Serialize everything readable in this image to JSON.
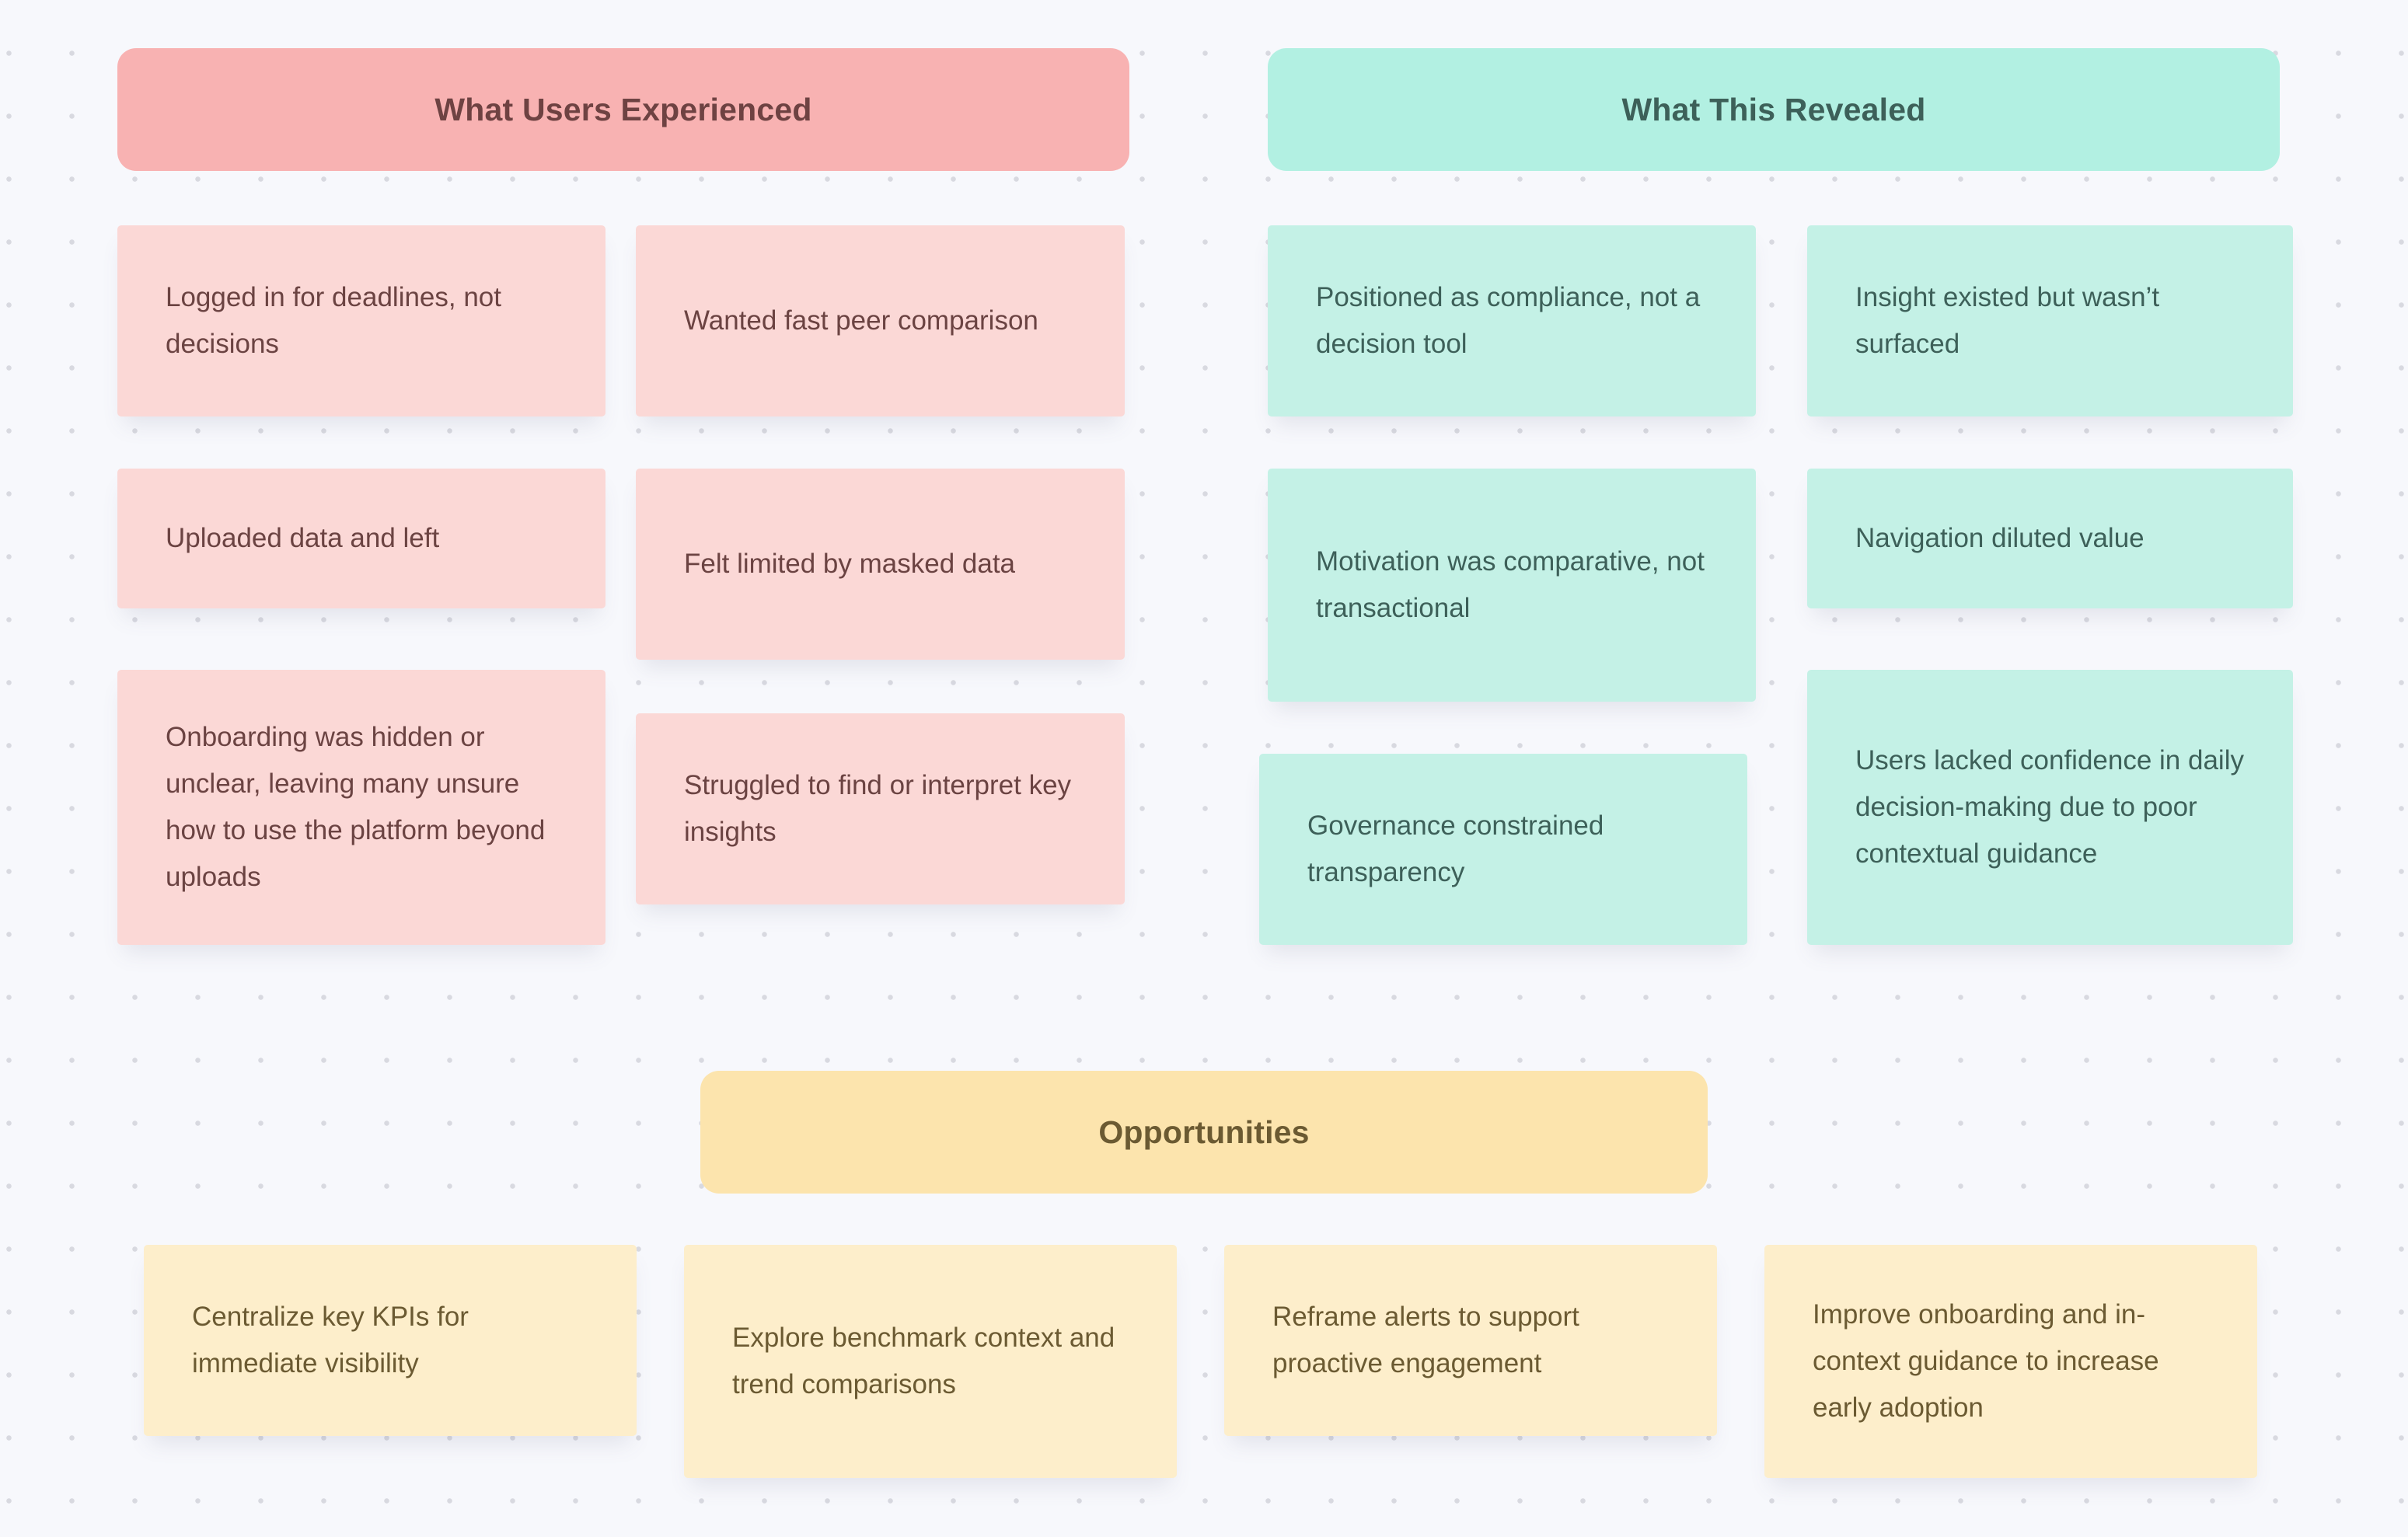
{
  "canvas": {
    "background_color": "#f7f8fc",
    "dot_color": "#d8d9e0"
  },
  "sections": [
    {
      "id": "what-users-experienced",
      "title": "What Users Experienced",
      "banner_color": "#f8b2b2",
      "card_color": "#fbd8d6",
      "text_color": "#6b4342",
      "columns": [
        {
          "cards": [
            "Logged in for deadlines, not decisions",
            "Uploaded data and left",
            "Onboarding was hidden or unclear, leaving many unsure how to use the platform beyond uploads"
          ]
        },
        {
          "cards": [
            "Wanted fast peer comparison",
            "Felt limited by masked data",
            "Struggled to find or interpret key insights"
          ]
        }
      ]
    },
    {
      "id": "what-this-revealed",
      "title": "What This Revealed",
      "banner_color": "#b2f0e2",
      "card_color": "#c4f1e6",
      "text_color": "#3d6059",
      "columns": [
        {
          "cards": [
            "Positioned as compliance, not a decision tool",
            "Motivation was comparative, not transactional",
            "Governance constrained transparency"
          ]
        },
        {
          "cards": [
            "Insight existed but wasn’t surfaced",
            "Navigation diluted value",
            "Users lacked confidence in daily decision-making due to poor contextual guidance"
          ]
        }
      ]
    },
    {
      "id": "opportunities",
      "title": "Opportunities",
      "banner_color": "#fce4ad",
      "card_color": "#fdeecb",
      "text_color": "#6b5a32",
      "columns": [
        {
          "cards": [
            "Centralize key KPIs for immediate visibility"
          ]
        },
        {
          "cards": [
            "Explore benchmark context and trend comparisons"
          ]
        },
        {
          "cards": [
            "Reframe alerts to support proactive engagement"
          ]
        },
        {
          "cards": [
            "Improve onboarding and in-context guidance to increase early adoption"
          ]
        }
      ]
    }
  ]
}
